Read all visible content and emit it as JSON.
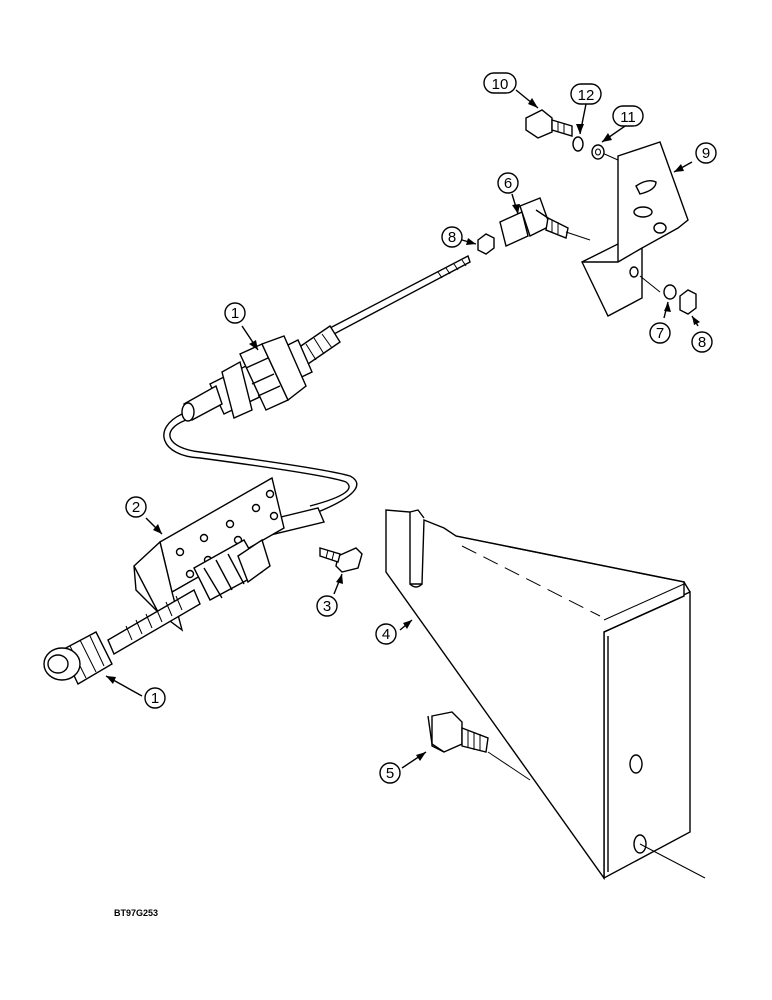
{
  "diagram": {
    "callouts": [
      {
        "id": "c10",
        "label": "10"
      },
      {
        "id": "c12",
        "label": "12"
      },
      {
        "id": "c11",
        "label": "11"
      },
      {
        "id": "c9",
        "label": "9"
      },
      {
        "id": "c6",
        "label": "6"
      },
      {
        "id": "c8a",
        "label": "8"
      },
      {
        "id": "c1a",
        "label": "1"
      },
      {
        "id": "c7",
        "label": "7"
      },
      {
        "id": "c8b",
        "label": "8"
      },
      {
        "id": "c2",
        "label": "2"
      },
      {
        "id": "c3",
        "label": "3"
      },
      {
        "id": "c4",
        "label": "4"
      },
      {
        "id": "c1b",
        "label": "1"
      },
      {
        "id": "c5",
        "label": "5"
      }
    ],
    "figure_code": "BT97G253"
  }
}
